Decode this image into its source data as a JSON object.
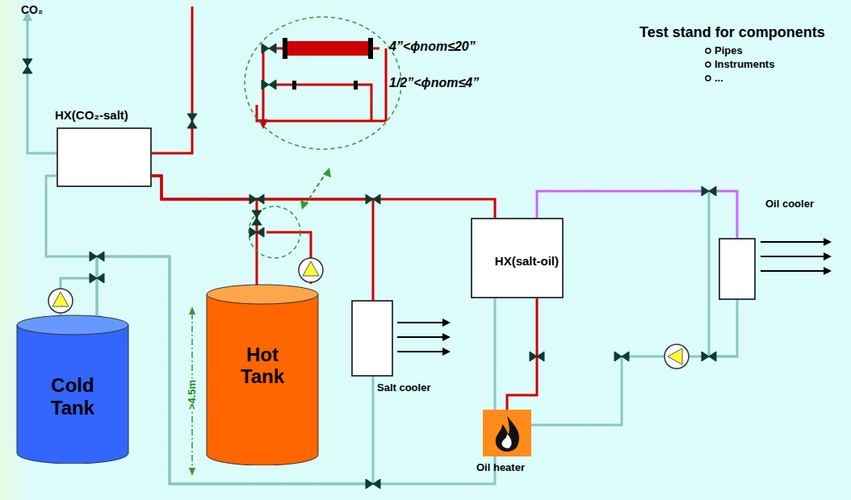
{
  "diagram": {
    "title": "Test stand for components",
    "nodes": [
      {
        "text": [
          "HX(CO₂-salt)"
        ]
      },
      {
        "text": [
          "Cold Tank"
        ]
      },
      {
        "text": [
          "Hot Tank"
        ]
      },
      {
        "text": [
          "Salt cooler"
        ]
      },
      {
        "text": [
          "HX(salt-oil)"
        ]
      },
      {
        "text": [
          "Oil heater"
        ]
      },
      {
        "text": [
          "Oil cooler"
        ]
      }
    ],
    "edges": [
      {
        "from": 1,
        "to": 0,
        "arrow": "none"
      },
      {
        "from": 0,
        "to": 2,
        "arrow": "to"
      },
      {
        "from": 0,
        "to": 3,
        "arrow": "none"
      },
      {
        "from": 0,
        "to": 4,
        "arrow": "none"
      },
      {
        "from": 3,
        "to": 1,
        "arrow": "to"
      },
      {
        "from": 4,
        "to": 1,
        "arrow": "to"
      },
      {
        "from": 4,
        "to": 6,
        "arrow": "none"
      },
      {
        "from": 6,
        "to": 5,
        "arrow": "none"
      },
      {
        "from": 5,
        "to": 4,
        "arrow": "none"
      }
    ],
    "labels": [
      "CO₂",
      "4”<ϕnom≤20”",
      "1/2”<ϕnom≤4”",
      "Pipes",
      "Instruments",
      "...",
      ">4.5m"
    ]
  }
}
